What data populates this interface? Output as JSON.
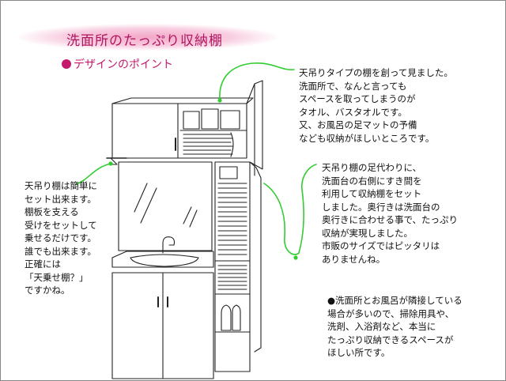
{
  "page": {
    "title": "洗面所のたっぷり収納棚",
    "subhead": "デザインのポイント"
  },
  "notes": {
    "top_right": [
      "天吊りタイプの棚を創って見ました。",
      "洗面所で、なんと言っても",
      "スペースを取ってしまうのが",
      "タオル、バスタオルです。",
      "又、お風呂の足マットの予備",
      "なども収納がほしいところです。"
    ],
    "left": [
      "天吊り棚は簡単に",
      "セット出来ます。",
      "棚板を支える",
      "受けをセットして",
      "乗せるだけです。",
      "誰でも出来ます。",
      "正確には",
      "「天乗せ棚？」",
      "ですかね。"
    ],
    "middle_right": [
      "天吊り棚の足代わりに、",
      "洗面台の右側にすき間を",
      "利用して収納棚をセット",
      "しました。奥行きは洗面台の",
      "奥行きに合わせる事で、たっぷり",
      "収納が実現しました。",
      "市販のサイズではピッタリは",
      "ありませんね。"
    ],
    "bottom_right": [
      "●洗面所とお風呂が隣接している",
      "場合が多いので、掃除用具や、",
      "洗剤、入浴剤など、本当に",
      "たっぷり収納できるスペースが",
      "ほしい所です。"
    ]
  },
  "colors": {
    "title": "#b0155f",
    "accent": "#c31a6b",
    "callout_line": "#33cc33",
    "title_glow": "#f3a8c8"
  }
}
